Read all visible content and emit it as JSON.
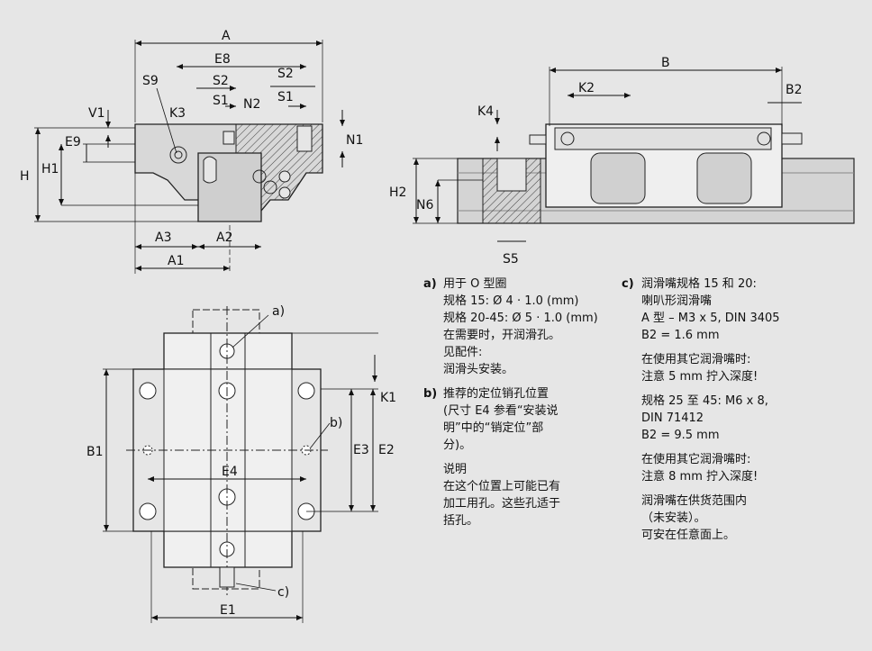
{
  "dims": {
    "A": "A",
    "E8": "E8",
    "S2": "S2",
    "S9": "S9",
    "S1": "S1",
    "K3": "K3",
    "N2": "N2",
    "V1": "V1",
    "E9": "E9",
    "N1": "N1",
    "H": "H",
    "H1": "H1",
    "A3": "A3",
    "A2": "A2",
    "A1": "A1",
    "B": "B",
    "K2": "K2",
    "B2": "B2",
    "K4": "K4",
    "H2": "H2",
    "N6": "N6",
    "S5": "S5",
    "K1": "K1",
    "B1": "B1",
    "E3": "E3",
    "E2": "E2",
    "E4": "E4",
    "E1": "E1",
    "call_a": "a)",
    "call_b": "b)",
    "call_c": "c)"
  },
  "note_a": {
    "tag": "a)",
    "lines": [
      "用于 O 型圈",
      "规格 15: Ø 4 · 1.0 (mm)",
      "规格 20-45: Ø 5 · 1.0 (mm)",
      "在需要时，开润滑孔。",
      "见配件:",
      "润滑头安装。"
    ]
  },
  "note_b": {
    "tag": "b)",
    "lines": [
      "推荐的定位销孔位置",
      "(尺寸 E4 参看“安装说",
      "明”中的“销定位”部",
      "分)。"
    ],
    "explain_title": "说明",
    "explain_lines": [
      "在这个位置上可能已有",
      "加工用孔。这些孔适于",
      "括孔。"
    ]
  },
  "note_c": {
    "tag": "c)",
    "lines": [
      "润滑嘴规格 15 和 20:",
      "喇叭形润滑嘴",
      "A 型 – M3 x 5, DIN 3405",
      "B2 = 1.6 mm"
    ],
    "warn1": [
      "在使用其它润滑嘴时:",
      "注意 5 mm 拧入深度!"
    ],
    "spec2": [
      "规格 25 至 45: M6 x 8,",
      "DIN 71412",
      "B2 = 9.5 mm"
    ],
    "warn2": [
      "在使用其它润滑嘴时:",
      "注意 8 mm 拧入深度!"
    ],
    "supply": [
      "润滑嘴在供货范围内",
      "（未安装）。",
      "可安在任意面上。"
    ]
  }
}
